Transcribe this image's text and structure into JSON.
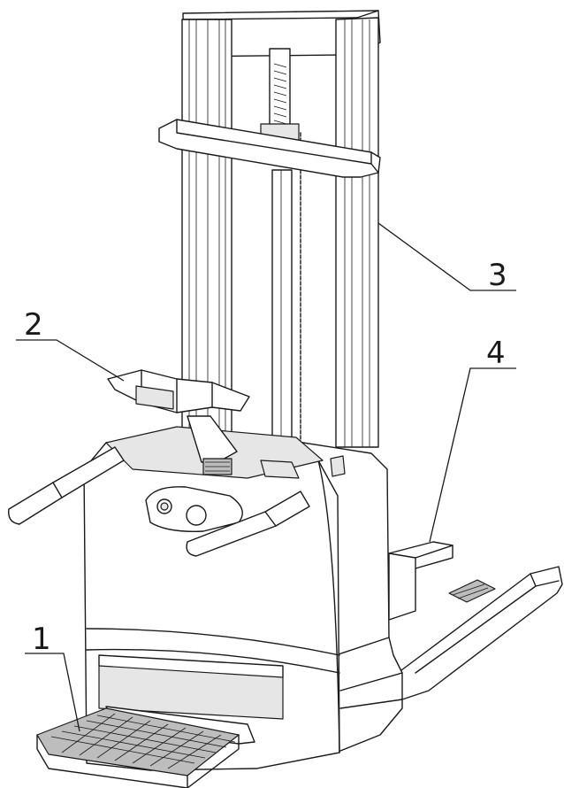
{
  "callouts": [
    {
      "id": "1",
      "label": "1"
    },
    {
      "id": "2",
      "label": "2"
    },
    {
      "id": "3",
      "label": "3"
    },
    {
      "id": "4",
      "label": "4"
    }
  ],
  "colors": {
    "line": "#1a1a1a",
    "background": "#ffffff",
    "shade": "#e6e6e6",
    "dark_shade": "#bdbdbd"
  }
}
